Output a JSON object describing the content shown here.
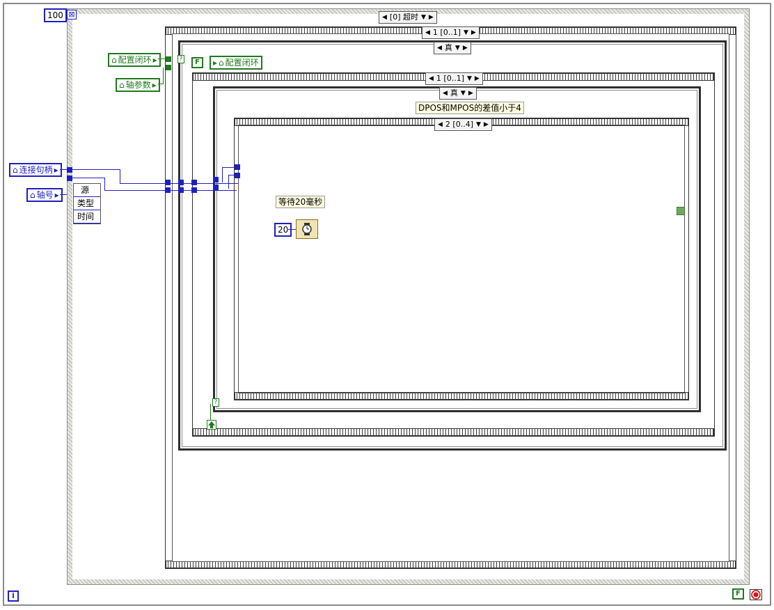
{
  "while_loop": {
    "timeout_constant": "100",
    "iteration_symbol": "⊠",
    "info_label": "i"
  },
  "event_structure": {
    "selector_label": "[0] 超时"
  },
  "case_structures": {
    "outer_selector": "1 [0..1]",
    "outer_true": "真",
    "inner_selector": "1 [0..1]",
    "inner_true": "真",
    "inner_comment": "DPOS和MPOS的差值小于4",
    "sequence_selector": "2 [0..4]"
  },
  "property_nodes": {
    "config_closed_loop": "配置闭环",
    "axis_params": "轴参数",
    "connection_handle": "连接句柄",
    "axis_number": "轴号",
    "config_closed_loop_out": "配置闭环"
  },
  "unbundle": {
    "items": [
      "源",
      "类型",
      "时间"
    ]
  },
  "wait": {
    "comment": "等待20毫秒",
    "constant": "20"
  },
  "booleans": {
    "false_label": "F",
    "stop_false_label": "F",
    "question": "?"
  },
  "colors": {
    "wire_blue": "#1f1fbf",
    "wire_green": "#1f7a1f",
    "accent_green": "#6faa5f"
  }
}
